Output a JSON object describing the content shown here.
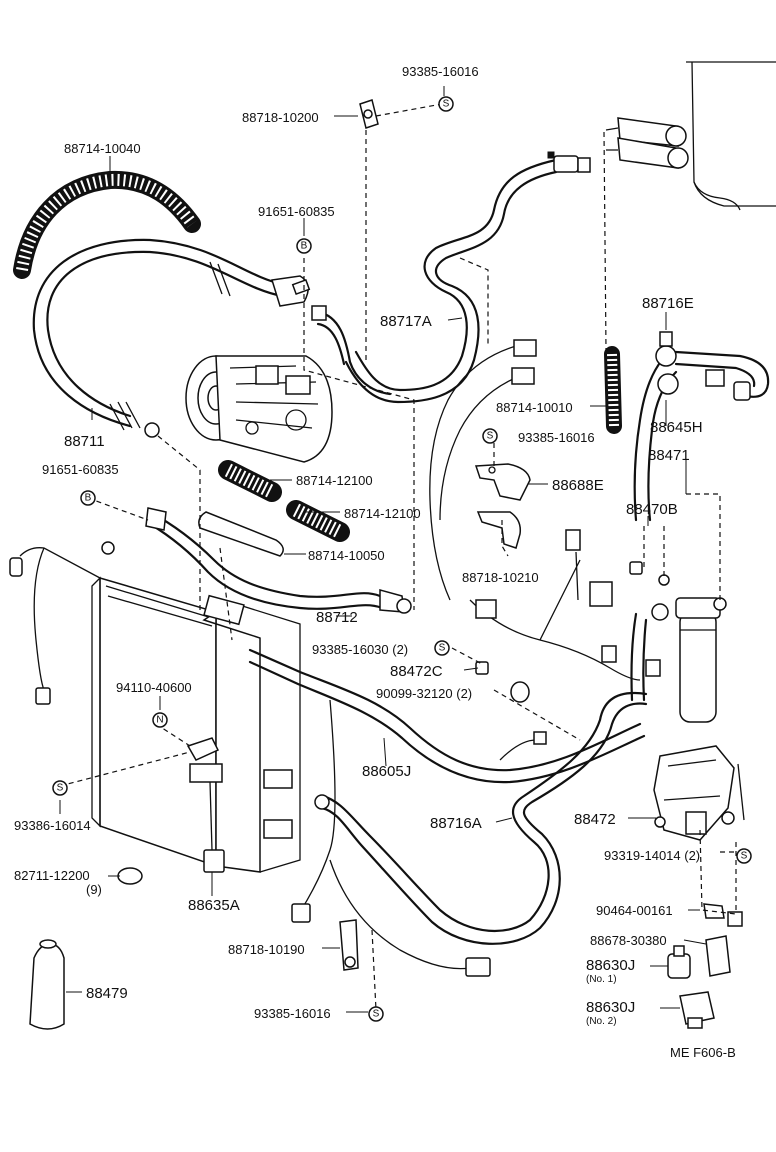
{
  "diagram": {
    "reference": "ME  F606-B",
    "symbols": {
      "s": "S",
      "b": "B",
      "n": "N"
    },
    "labels": {
      "p93385_16016_top": "93385-16016",
      "p88718_10200": "88718-10200",
      "p88714_10040": "88714-10040",
      "p91651_60835_top": "91651-60835",
      "p88717A": "88717A",
      "p88716E": "88716E",
      "p88714_10010": "88714-10010",
      "p93385_16016_mid": "93385-16016",
      "p88645H": "88645H",
      "p88711": "88711",
      "p91651_60835_left": "91651-60835",
      "p88714_12100_a": "88714-12100",
      "p88714_12100_b": "88714-12100",
      "p88714_10050": "88714-10050",
      "p88688E": "88688E",
      "p88471": "88471",
      "p88470B": "88470B",
      "p88718_10210": "88718-10210",
      "p88712": "88712",
      "p93385_16030": "93385-16030 (2)",
      "p88472C": "88472C",
      "p94110_40600": "94110-40600",
      "p90099_32120": "90099-32120 (2)",
      "p88605J": "88605J",
      "p93386_16014": "93386-16014",
      "p88716A": "88716A",
      "p88472": "88472",
      "p82711_12200": "82711-12200",
      "p82711_qty": "(9)",
      "p93319_14014": "93319-14014 (2)",
      "p88635A": "88635A",
      "p90464_00161": "90464-00161",
      "p88718_10190": "88718-10190",
      "p88678_30380": "88678-30380",
      "p88630J_1": "88630J",
      "p88630J_1_no": "(No. 1)",
      "p88479": "88479",
      "p88630J_2": "88630J",
      "p88630J_2_no": "(No. 2)",
      "p93385_16016_bot": "93385-16016"
    }
  }
}
